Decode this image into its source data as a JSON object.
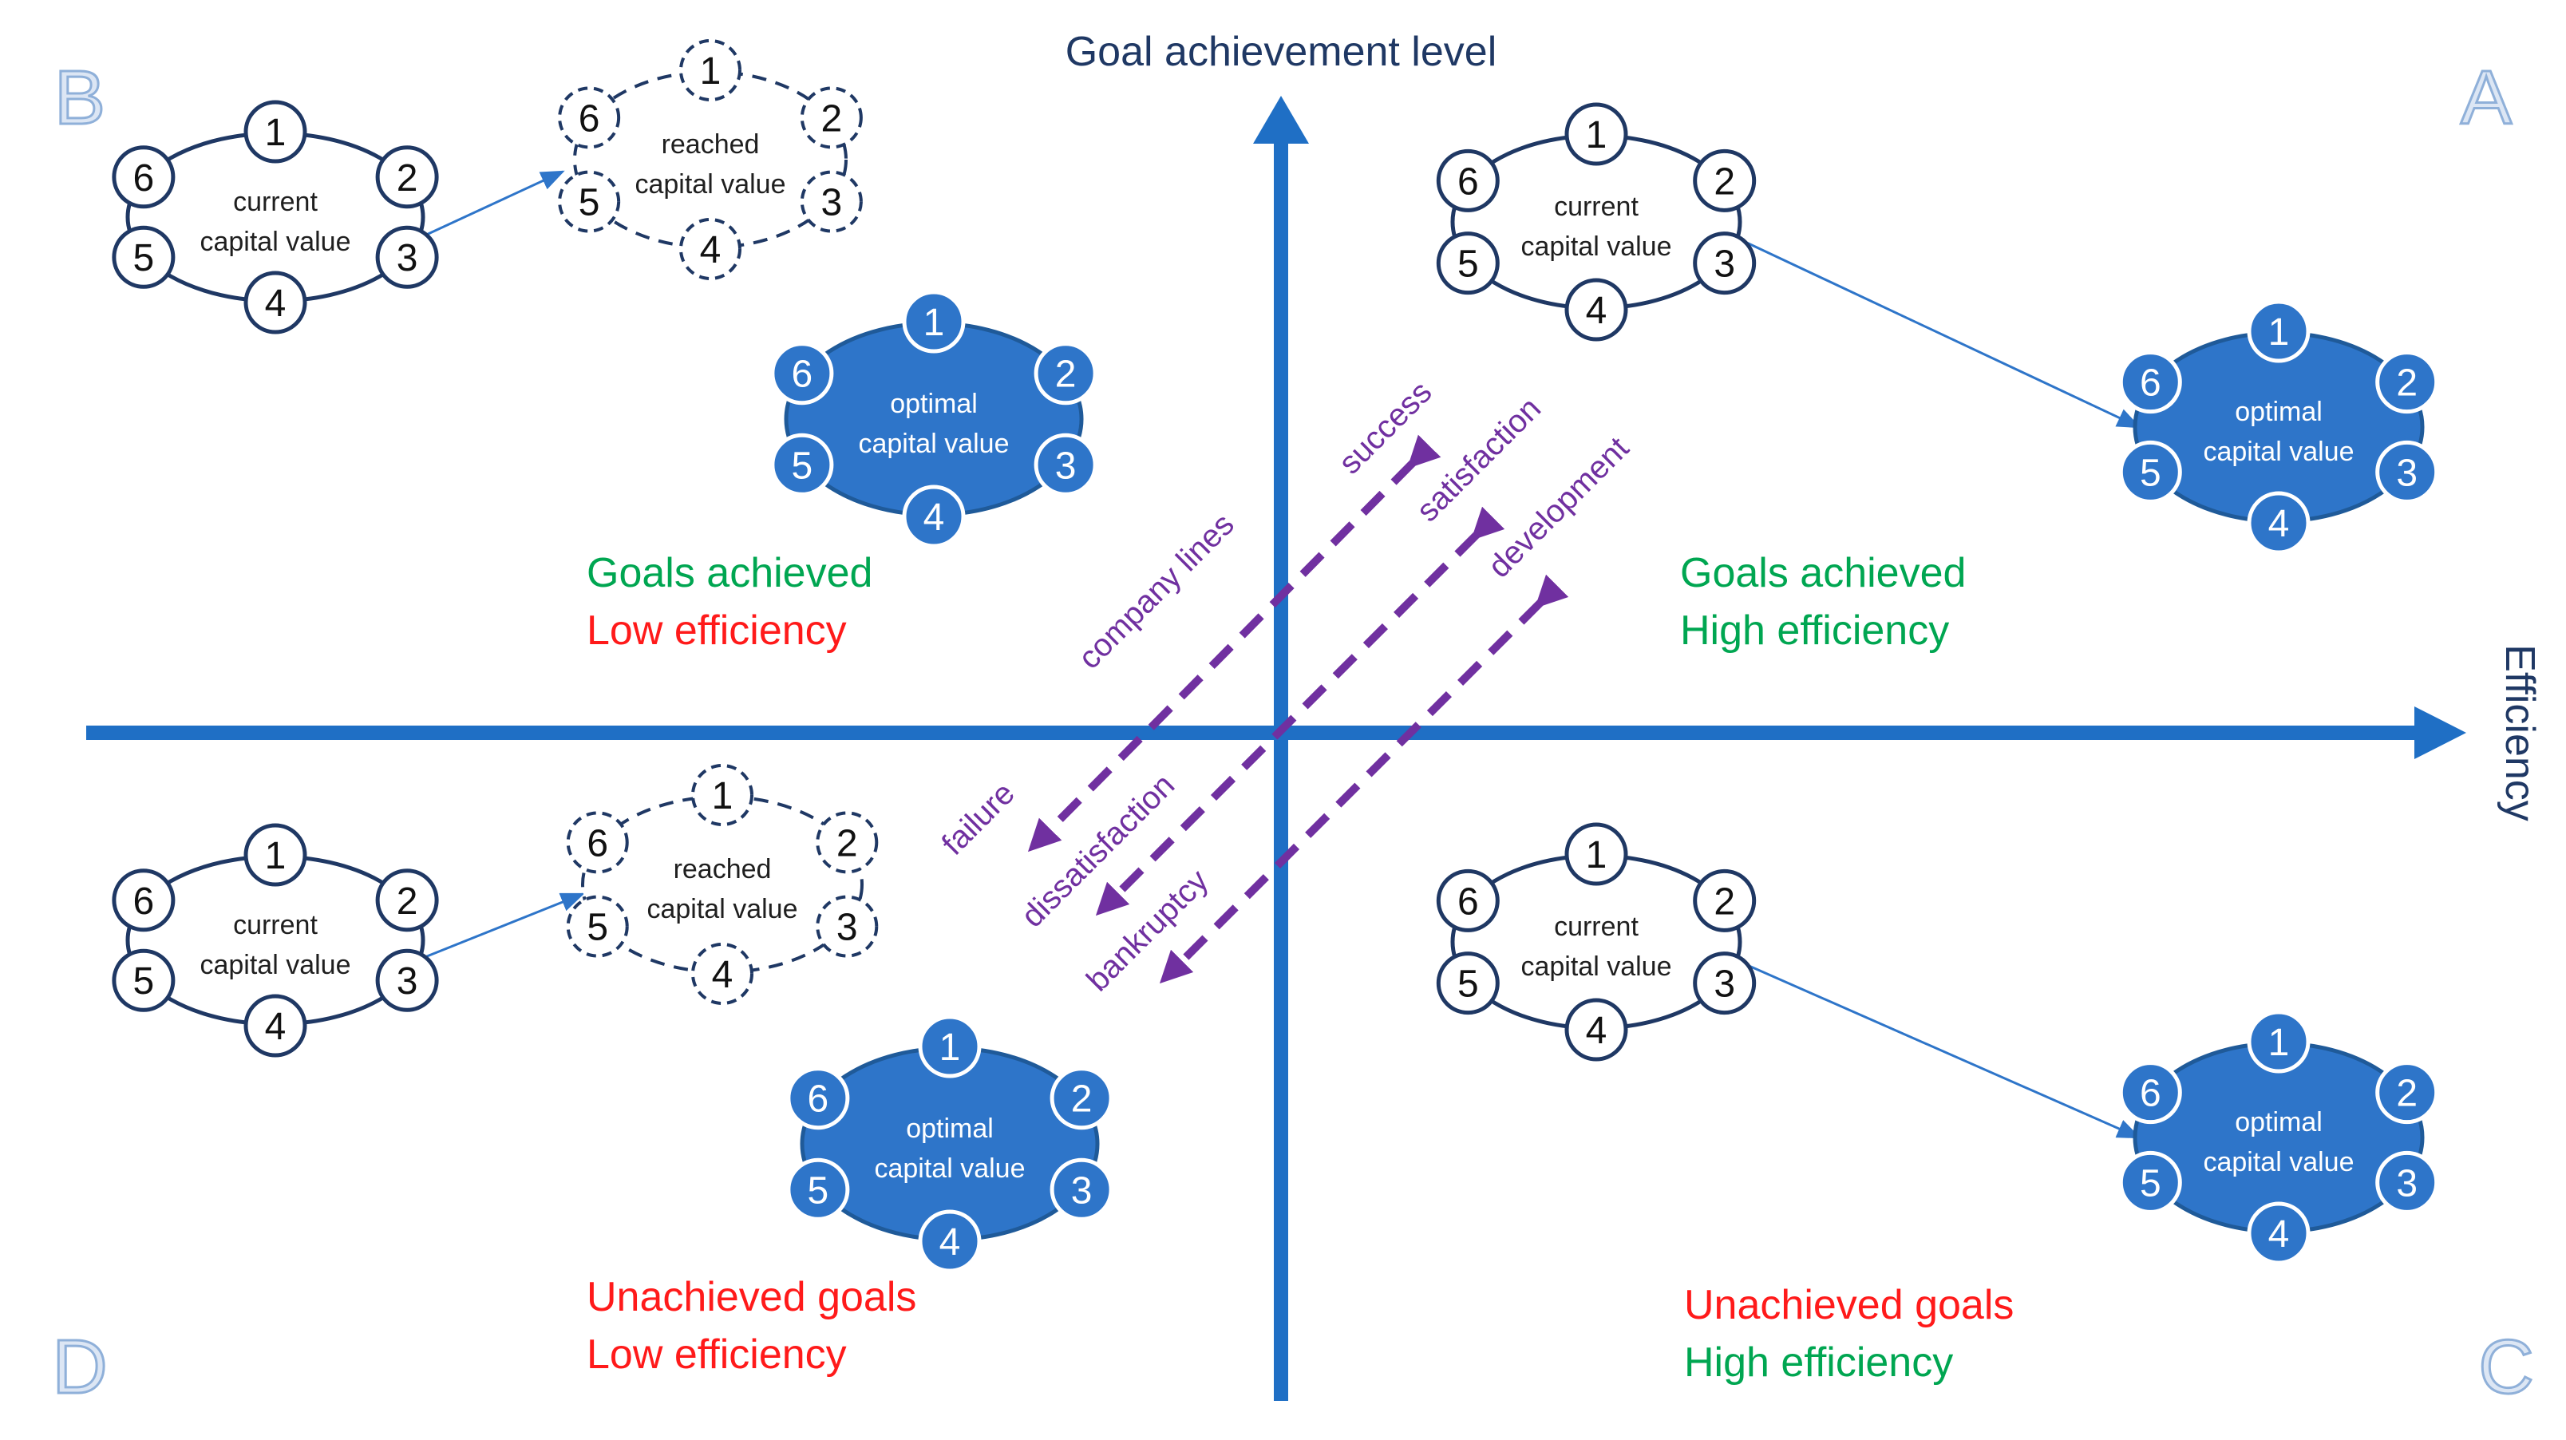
{
  "axes": {
    "vertical_label": "Goal achievement level",
    "horizontal_label": "Efficiency"
  },
  "quadrant_letters": {
    "A": "A",
    "B": "B",
    "C": "C",
    "D": "D"
  },
  "quadrants": {
    "A": {
      "line1": "Goals achieved",
      "line2": "High efficiency"
    },
    "B": {
      "line1": "Goals achieved",
      "line2": "Low efficiency"
    },
    "C": {
      "line1": "Unachieved goals",
      "line2": "High efficiency"
    },
    "D": {
      "line1": "Unachieved goals",
      "line2": "Low efficiency"
    }
  },
  "cluster_labels": {
    "current": [
      "current",
      "capital value"
    ],
    "reached": [
      "reached",
      "capital value"
    ],
    "optimal": [
      "optimal",
      "capital value"
    ]
  },
  "node_numbers": [
    "1",
    "2",
    "3",
    "4",
    "5",
    "6"
  ],
  "diagonals": {
    "up": [
      "success",
      "satisfaction",
      "development"
    ],
    "down": [
      "failure",
      "dissatisfaction",
      "bankruptcy"
    ],
    "center": "company lines"
  },
  "colors": {
    "axis_blue": "#1f6fc5",
    "dark_blue": "#1f5a99",
    "text_dark": "#1f3864",
    "green": "#00a651",
    "red": "#ff1a1a",
    "purple": "#7030a0",
    "letter_fill": "#dce6f4",
    "letter_stroke": "#8fb0d9",
    "optimal_fill": "#2e75c9"
  }
}
